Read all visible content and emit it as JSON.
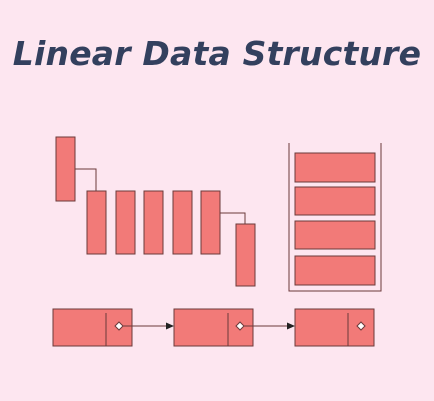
{
  "title": "Linear Data Structure",
  "colors": {
    "background": "#fde6f0",
    "title": "#33405e",
    "block_fill": "#f27a78",
    "stroke": "#6b3a3a"
  },
  "illustrations": {
    "array_queue": {
      "icon": "array-queue-icon",
      "cell_count": 5
    },
    "stack": {
      "icon": "stack-icon",
      "item_count": 4
    },
    "linked_list": {
      "icon": "linked-list-icon",
      "node_count": 3
    }
  }
}
